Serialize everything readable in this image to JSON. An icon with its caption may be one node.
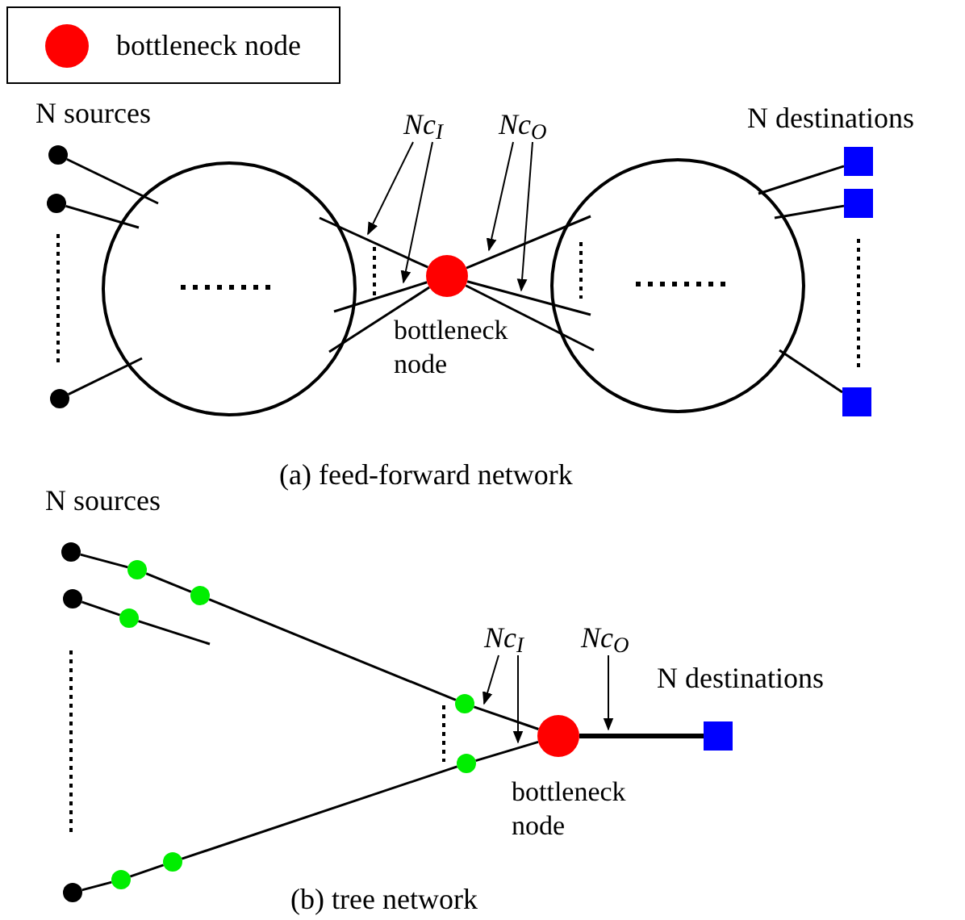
{
  "diagram": {
    "nodes": [
      {
        "text": [],
        "shape": "circle"
      },
      {
        "text": [],
        "shape": "circle"
      },
      {
        "text": [],
        "shape": "circle"
      },
      {
        "text": [],
        "shape": "circle"
      },
      {
        "text": [],
        "shape": "circle",
        "beside": [
          "bottleneck node"
        ]
      },
      {
        "text": [],
        "shape": "circle"
      },
      {
        "text": [],
        "shape": "box"
      },
      {
        "text": [],
        "shape": "box"
      },
      {
        "text": [],
        "shape": "box"
      },
      {
        "text": [
          "Nc$_{I}$"
        ]
      },
      {
        "text": [
          "Nc$_{O}$"
        ]
      },
      {
        "text": [],
        "shape": "circle"
      },
      {
        "text": [],
        "shape": "circle"
      },
      {
        "text": [],
        "shape": "circle"
      },
      {
        "text": [],
        "shape": "circle"
      },
      {
        "text": [],
        "shape": "circle"
      },
      {
        "text": [],
        "shape": "circle"
      },
      {
        "text": [],
        "shape": "circle"
      },
      {
        "text": [],
        "shape": "circle"
      },
      {
        "text": [],
        "shape": "circle"
      },
      {
        "text": [],
        "shape": "circle"
      },
      {
        "text": [],
        "shape": "circle",
        "beside": [
          "bottleneck node"
        ]
      },
      {
        "text": [],
        "shape": "box"
      },
      {
        "text": [
          "Nc$_{I}$"
        ]
      },
      {
        "text": [
          "Nc$_{O}$"
        ]
      }
    ],
    "edges": [
      {
        "from": 0,
        "to": 3,
        "arrow": "none"
      },
      {
        "from": 1,
        "to": 3,
        "arrow": "none"
      },
      {
        "from": 2,
        "to": 3,
        "arrow": "none"
      },
      {
        "from": 3,
        "to": 4,
        "arrow": "none"
      },
      {
        "from": 3,
        "to": 4,
        "arrow": "none"
      },
      {
        "from": 3,
        "to": 4,
        "arrow": "none"
      },
      {
        "from": 4,
        "to": 5,
        "arrow": "none"
      },
      {
        "from": 4,
        "to": 5,
        "arrow": "none"
      },
      {
        "from": 4,
        "to": 5,
        "arrow": "none"
      },
      {
        "from": 5,
        "to": 6,
        "arrow": "none"
      },
      {
        "from": 5,
        "to": 7,
        "arrow": "none"
      },
      {
        "from": 5,
        "to": 8,
        "arrow": "none"
      },
      {
        "from": 9,
        "to": 3,
        "arrow": "to"
      },
      {
        "from": 9,
        "to": 4,
        "arrow": "to"
      },
      {
        "from": 10,
        "to": 4,
        "arrow": "to"
      },
      {
        "from": 10,
        "to": 5,
        "arrow": "to"
      },
      {
        "from": 11,
        "to": 14,
        "arrow": "none"
      },
      {
        "from": 14,
        "to": 15,
        "arrow": "none"
      },
      {
        "from": 15,
        "to": 17,
        "arrow": "none"
      },
      {
        "from": 17,
        "to": 21,
        "arrow": "none"
      },
      {
        "from": 12,
        "to": 16,
        "arrow": "none"
      },
      {
        "from": 16,
        "to": null,
        "arrow": "none"
      },
      {
        "from": 13,
        "to": 19,
        "arrow": "none"
      },
      {
        "from": 19,
        "to": 20,
        "arrow": "none"
      },
      {
        "from": 20,
        "to": 18,
        "arrow": "none"
      },
      {
        "from": 18,
        "to": 21,
        "arrow": "none"
      },
      {
        "from": 21,
        "to": 22,
        "arrow": "none",
        "style": "thick"
      },
      {
        "from": 23,
        "to": 17,
        "arrow": "to"
      },
      {
        "from": 23,
        "to": 21,
        "arrow": "to"
      },
      {
        "from": 24,
        "to": 21,
        "arrow": "to"
      }
    ],
    "labels": [
      "N sources",
      "N destinations",
      "(a) feed-forward network",
      "N sources",
      "N destinations",
      "(b) tree network"
    ],
    "legend": [
      {
        "text": "bottleneck node",
        "color": "#ff0000"
      }
    ]
  }
}
